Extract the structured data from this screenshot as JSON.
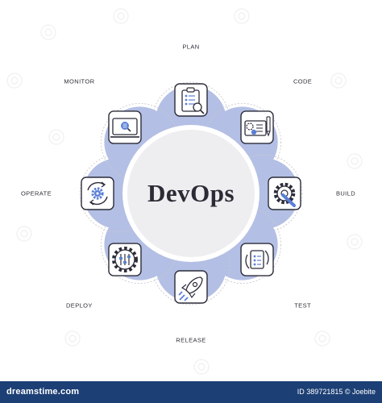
{
  "diagram": {
    "center_title": "DevOps",
    "stages": [
      {
        "label": "PLAN",
        "icon": "clipboard-checklist-icon"
      },
      {
        "label": "CODE",
        "icon": "code-document-icon"
      },
      {
        "label": "BUILD",
        "icon": "gear-wrench-icon"
      },
      {
        "label": "TEST",
        "icon": "test-clipboard-cycle-icon"
      },
      {
        "label": "RELEASE",
        "icon": "rocket-icon"
      },
      {
        "label": "DEPLOY",
        "icon": "slider-gear-icon"
      },
      {
        "label": "OPERATE",
        "icon": "gear-cycle-icon"
      },
      {
        "label": "MONITOR",
        "icon": "monitor-search-icon"
      }
    ],
    "colors": {
      "petal": "#b3bfe4",
      "center": "#eeeef0",
      "icon_stroke": "#2c2c3a",
      "icon_accent": "#5a7fd6",
      "dashed_ring": "#c9c9cf"
    }
  },
  "watermark": {
    "site": "dreamstime.com",
    "id_text": "ID 389721815 © Joebite"
  }
}
